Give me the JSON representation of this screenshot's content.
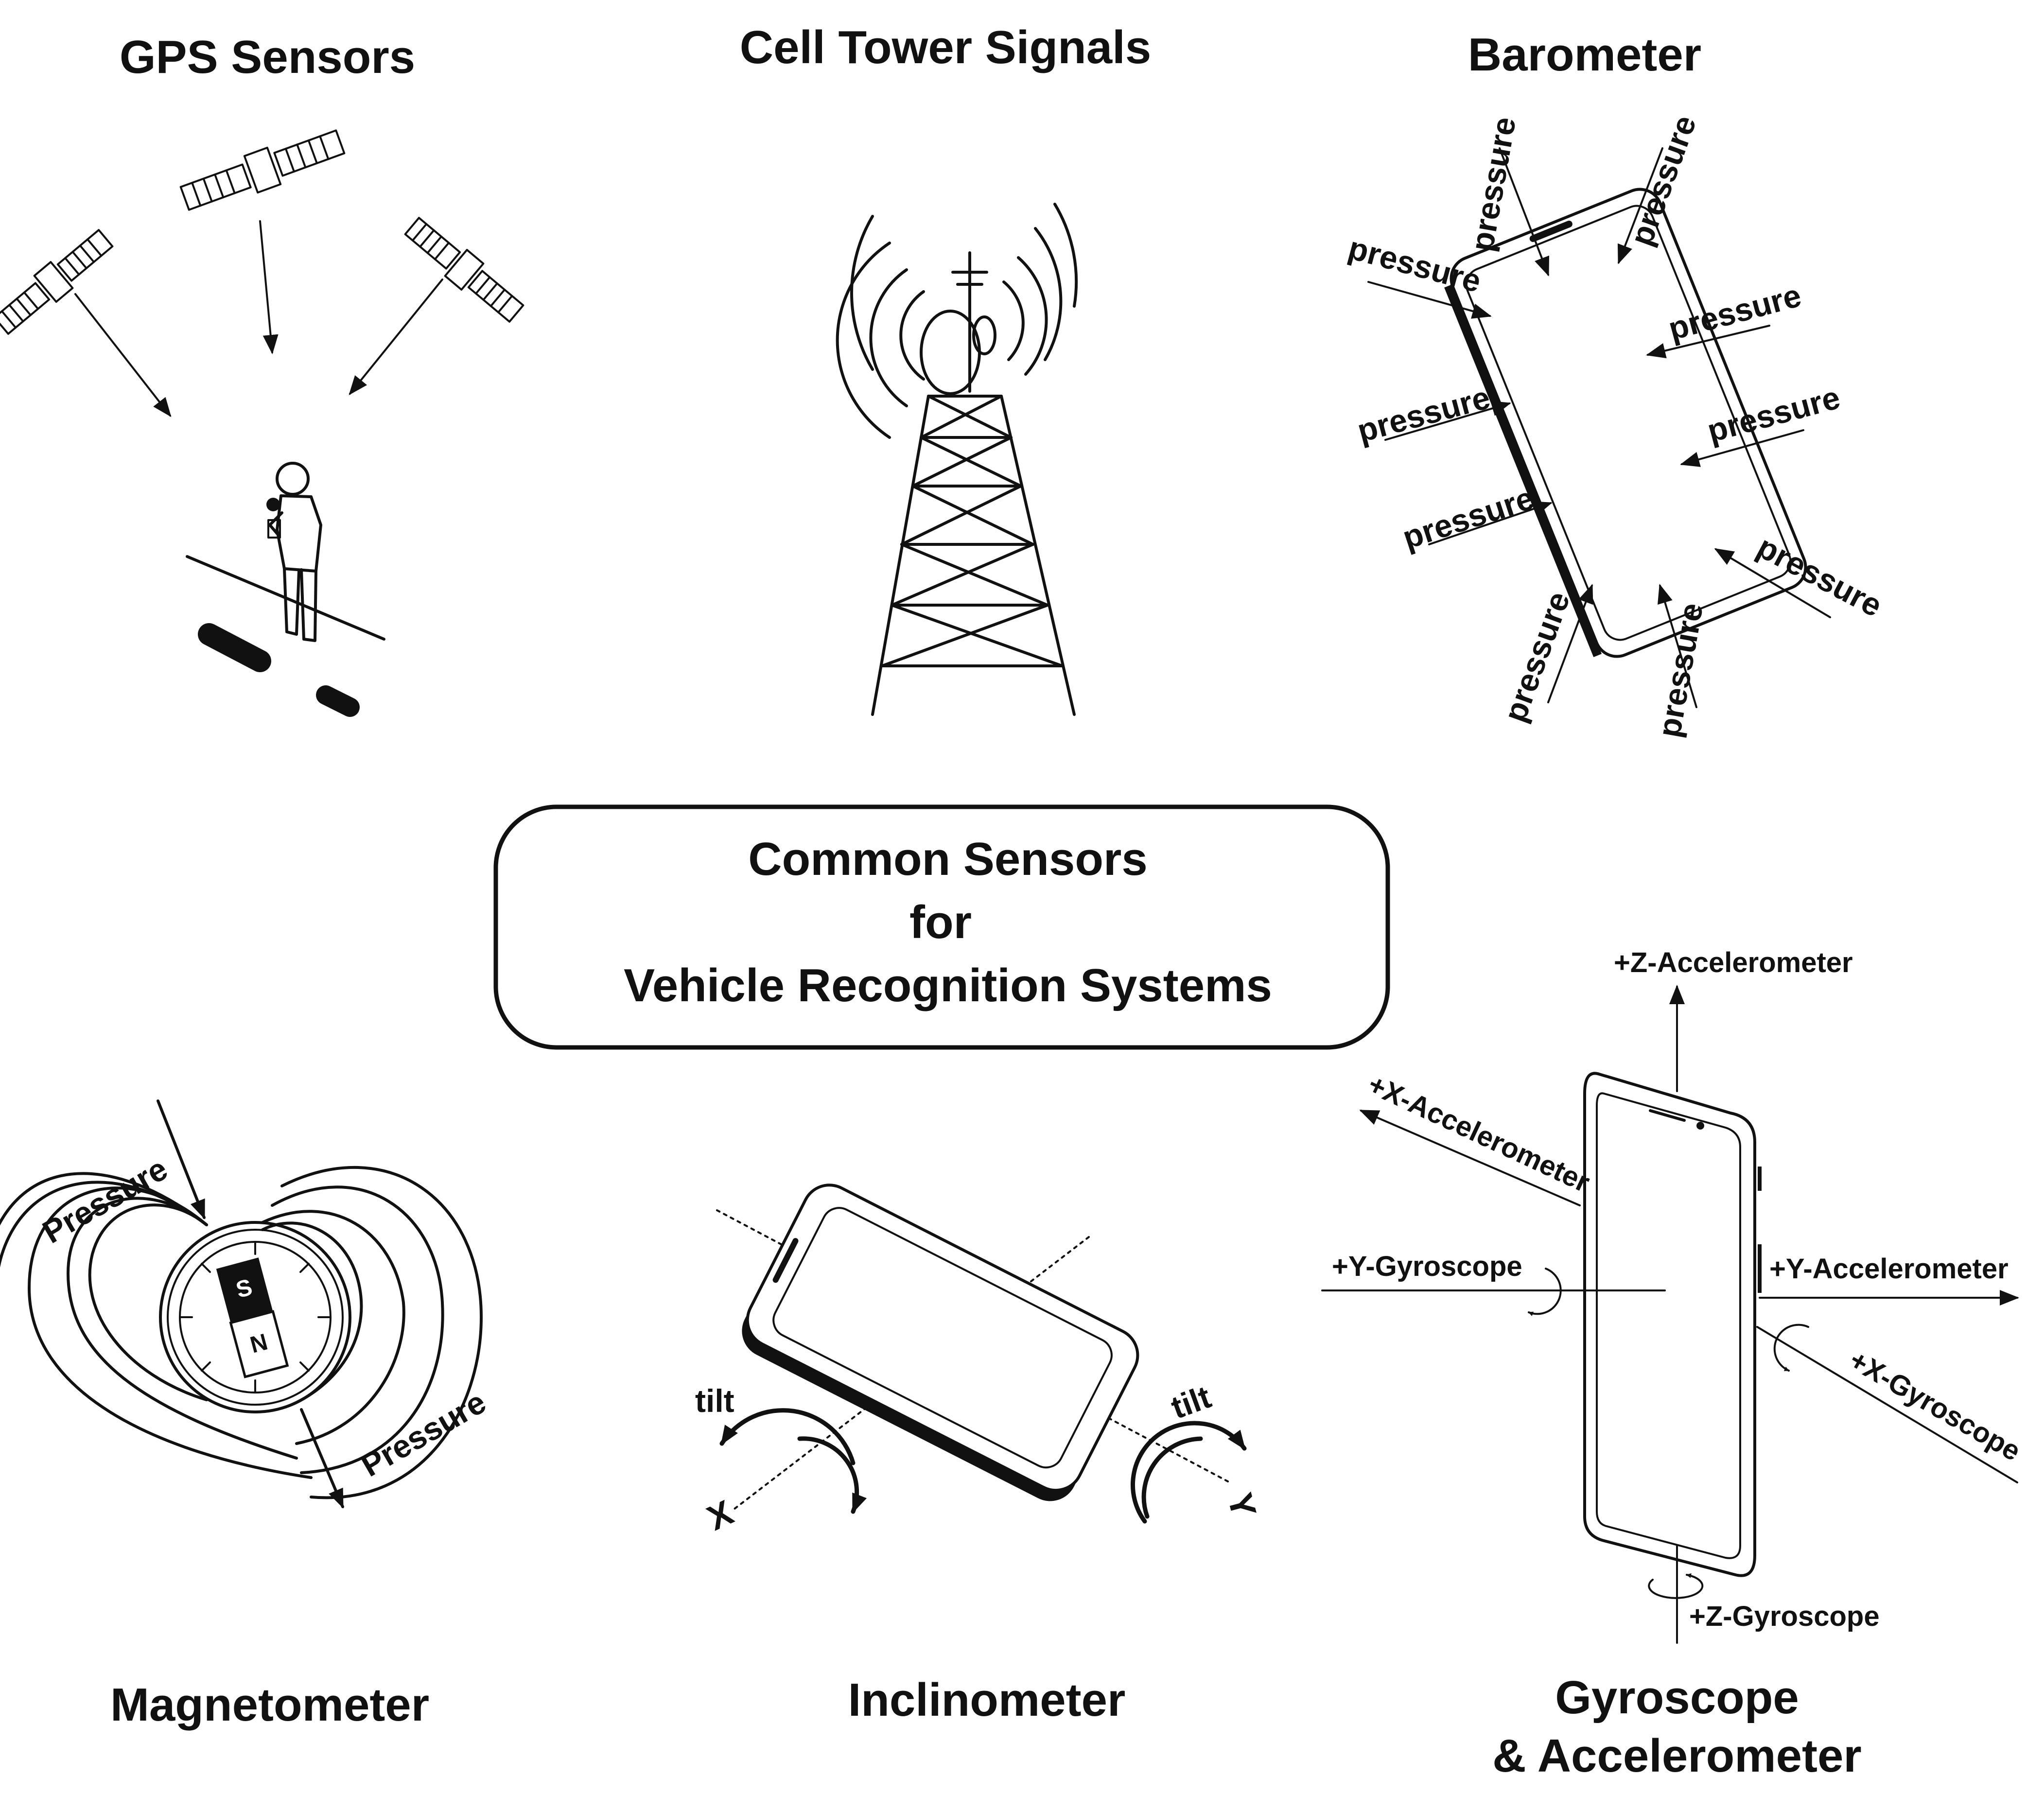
{
  "center": {
    "line1": "Common Sensors",
    "line2": "for",
    "line3": "Vehicle Recognition Systems"
  },
  "panels": {
    "gps": {
      "title": "GPS Sensors"
    },
    "cell": {
      "title": "Cell Tower Signals"
    },
    "barometer": {
      "title": "Barometer",
      "arrow_label": "pressure"
    },
    "magnetometer": {
      "title": "Magnetometer",
      "pressure_label": "Pressure",
      "pole_s": "S",
      "pole_n": "N"
    },
    "inclinometer": {
      "title": "Inclinometer",
      "tilt_label": "tilt",
      "axis_x": "X",
      "axis_y": "Y"
    },
    "gyro": {
      "title_line1": "Gyroscope",
      "title_line2": "& Accelerometer",
      "z_acc": "+Z-Accelerometer",
      "x_acc": "+X-Accelerometer",
      "y_gyro": "+Y-Gyroscope",
      "y_acc": "+Y-Accelerometer",
      "x_gyro": "+X-Gyroscope",
      "z_gyro": "+Z-Gyroscope"
    }
  }
}
